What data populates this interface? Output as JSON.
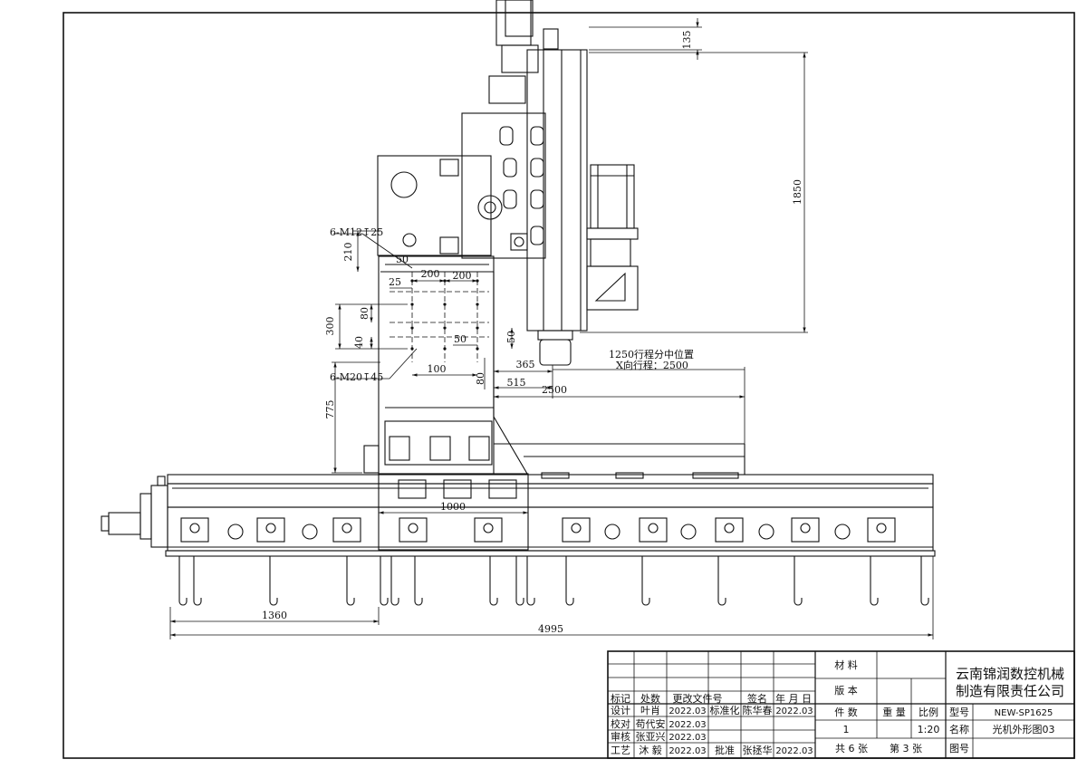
{
  "drawing": {
    "dimensions": {
      "d135": "135",
      "d1850": "1850",
      "d210": "210",
      "d300": "300",
      "d80a": "80",
      "d40": "40",
      "d775": "775",
      "d50a": "50",
      "d200a": "200",
      "d200b": "200",
      "d25": "25",
      "d50b": "50",
      "d50c": "50",
      "d100": "100",
      "d80b": "80",
      "d365": "365",
      "d515": "515",
      "d2500": "2500",
      "d1000": "1000",
      "d1360": "1360",
      "d4995": "4995"
    },
    "callouts": {
      "hole_top": "6-M12↧25",
      "hole_bottom": "6-M20↧45",
      "travel_mid": "1250行程分中位置",
      "x_travel": "X向行程：2500"
    }
  },
  "title_block": {
    "material_label": "材 料",
    "version_label": "版 本",
    "company_line1": "云南锦润数控机械",
    "company_line2": "制造有限责任公司",
    "rev_headers": [
      "标记",
      "处数",
      "更改文件号",
      "签名",
      "年 月 日"
    ],
    "rows": {
      "design": {
        "label": "设计",
        "name": "叶肖",
        "date": "2022.03",
        "std_label": "标准化",
        "std_name": "陈华春",
        "std_date": "2022.03"
      },
      "check": {
        "label": "校对",
        "name": "苟代安",
        "date": "2022.03"
      },
      "review": {
        "label": "审核",
        "name": "张亚兴",
        "date": "2022.03"
      },
      "process": {
        "label": "工艺",
        "name": "沐 毅",
        "date": "2022.03",
        "approve_label": "批准",
        "approve_name": "张拯华",
        "approve_date": "2022.03"
      }
    },
    "qty_label": "件 数",
    "weight_label": "重 量",
    "scale_label": "比例",
    "qty_value": "1",
    "scale_value": "1:20",
    "model_label": "型号",
    "model_value": "NEW-SP1625",
    "name_label": "名称",
    "name_value": "光机外形图03",
    "sheets_text": "共 6 张",
    "sheet_no_text": "第 3 张",
    "drawing_no_label": "图号"
  }
}
